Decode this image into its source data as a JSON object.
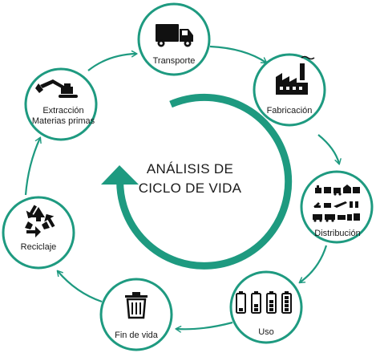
{
  "diagram": {
    "title_line1": "ANÁLISIS DE",
    "title_line2": "CICLO DE VIDA",
    "accent_color": "#1e9a80",
    "stages": [
      {
        "id": "transporte",
        "label": "Transporte",
        "icon": "truck-icon"
      },
      {
        "id": "fabricacion",
        "label": "Fabricación",
        "icon": "factory-icon"
      },
      {
        "id": "distribucion",
        "label": "Distribución",
        "icon": "logistics-icon"
      },
      {
        "id": "uso",
        "label": "Uso",
        "icon": "battery-icons"
      },
      {
        "id": "fin-de-vida",
        "label": "Fin de vida",
        "icon": "trash-can-icon"
      },
      {
        "id": "reciclaje",
        "label": "Reciclaje",
        "icon": "recycle-icon"
      },
      {
        "id": "extraccion",
        "label_line1": "Extracción",
        "label_line2": "Materias primas",
        "icon": "excavator-icon"
      }
    ]
  }
}
